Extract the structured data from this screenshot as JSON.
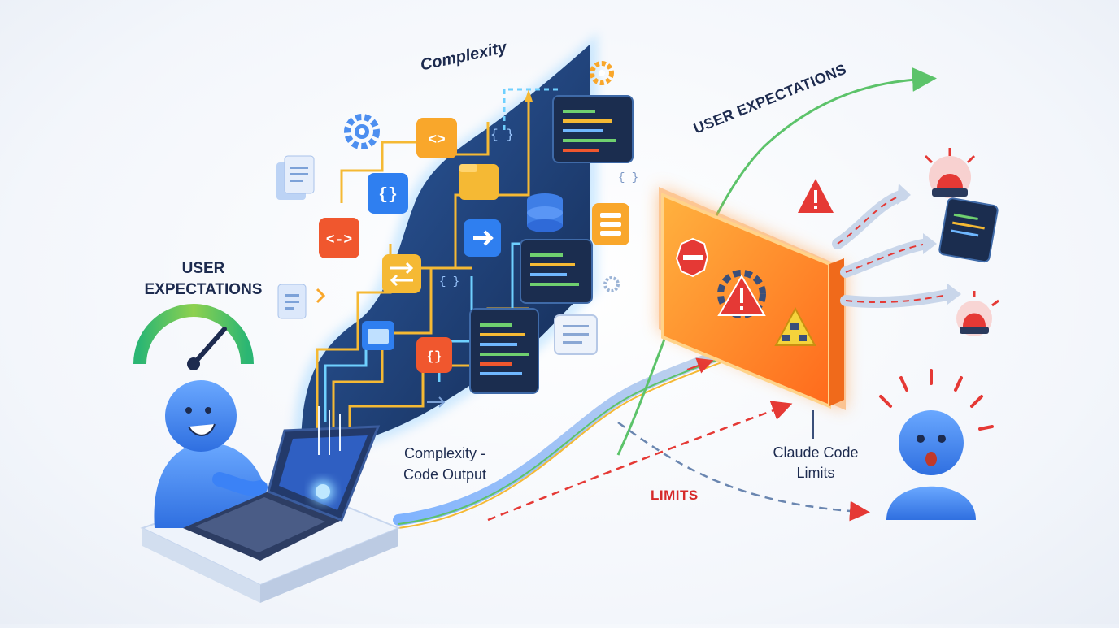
{
  "labels": {
    "user_expectations_left_line1": "USER",
    "user_expectations_left_line2": "EXPECTATIONS",
    "user_expectations_top": "USER EXPECTATIONS",
    "complexity": "Complexity",
    "output_line1": "Complexity -",
    "output_line2": "Code Output",
    "limits": "LIMITS",
    "claude_line1": "Claude Code",
    "claude_line2": "Limits"
  },
  "colors": {
    "person_blue": "#3b82f6",
    "panel_navy": "#1e3a6b",
    "barrier_orange": "#ff8a2b",
    "alert_red": "#e53935",
    "expectation_green": "#5cc36a",
    "flow_yellow": "#f5b934"
  },
  "icons": [
    "gauge-icon",
    "gear-icon",
    "code-icon",
    "curly-braces-icon",
    "folder-icon",
    "database-icon",
    "arrow-right-icon",
    "swap-icon",
    "terminal-icon",
    "document-icon",
    "stop-sign-icon",
    "warning-icon",
    "network-warning-icon",
    "siren-icon",
    "laptop-icon"
  ]
}
